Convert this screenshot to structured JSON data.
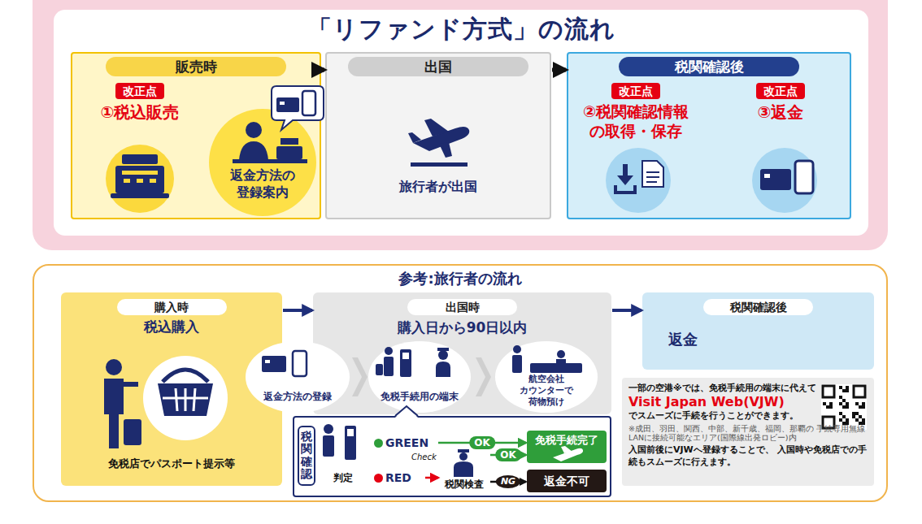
{
  "diagram": {
    "title": "「リファンド方式」の流れ",
    "nodes": [
      {
        "text": [
          "販売時"
        ]
      },
      {
        "text": [
          "改正点",
          "①税込販売"
        ],
        "in": 0
      },
      {
        "text": [
          "返金方法の登録案内"
        ],
        "in": 0
      },
      {
        "text": [
          "出国",
          "旅行者が出国"
        ]
      },
      {
        "text": [
          "税関確認後"
        ]
      },
      {
        "text": [
          "改正点",
          "②税関確認情報の取得・保存"
        ],
        "in": 4
      },
      {
        "text": [
          "改正点",
          "③返金"
        ],
        "in": 4
      },
      {
        "text": [
          "参考:旅行者の流れ"
        ]
      },
      {
        "text": [
          "購入時",
          "税込購入",
          "免税店でパスポート提示等"
        ],
        "in": 7
      },
      {
        "text": [
          "出国時",
          "購入日から90日以内"
        ],
        "in": 7
      },
      {
        "text": [
          "返金方法の登録"
        ],
        "in": 7
      },
      {
        "text": [
          "免税手続用の端末"
        ],
        "in": 9
      },
      {
        "text": [
          "航空会社 カウンターで 荷物預け"
        ],
        "in": 9
      },
      {
        "text": [
          "税関確認後",
          "返金"
        ],
        "in": 7
      },
      {
        "text": [
          "一部の空港※では、免税手続用の端末に代えて",
          "Visit Japan Web(VJW)",
          "でスムーズに手続を行うことができます。",
          "※成田、羽田、関西、中部、新千歳、福岡、那覇の 手続専用無線LANに接続可能なエリア(国際線出発ロビー)内",
          "入国前後にVJWへ登録することで、 入国時や免税店での手続もスムーズに行えます。"
        ],
        "in": 7
      },
      {
        "text": [
          "税関確認"
        ],
        "in": 7
      },
      {
        "text": [
          "判定"
        ],
        "in": 15
      },
      {
        "text": [
          "GREEN"
        ],
        "in": 15
      },
      {
        "text": [
          "RED"
        ],
        "in": 15
      },
      {
        "text": [
          "税関検査"
        ],
        "in": 15
      },
      {
        "text": [
          "免税手続完了"
        ],
        "in": 15
      },
      {
        "text": [
          "返金不可"
        ],
        "in": 15
      }
    ],
    "edges": [
      {
        "from": 0,
        "to": 3,
        "arrow": "to"
      },
      {
        "from": 3,
        "to": 4,
        "arrow": "to"
      },
      {
        "from": 8,
        "to": 9,
        "arrow": "to"
      },
      {
        "from": 9,
        "to": 13,
        "arrow": "to"
      },
      {
        "from": 17,
        "to": 20,
        "label": "OK",
        "arrow": "to"
      },
      {
        "from": 18,
        "to": 19,
        "arrow": "to"
      },
      {
        "from": 19,
        "to": 20,
        "label": "OK",
        "arrow": "to"
      },
      {
        "from": 19,
        "to": 21,
        "label": "NG",
        "arrow": "to"
      }
    ],
    "labels": [
      "Check"
    ]
  }
}
